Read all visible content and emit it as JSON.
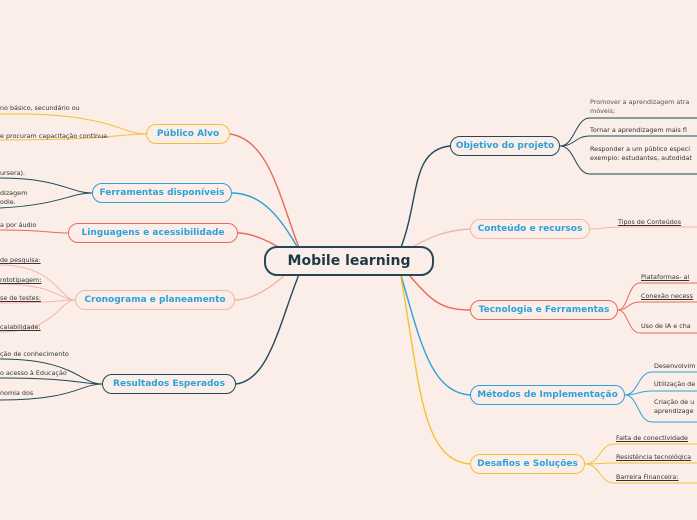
{
  "central": "Mobile learning",
  "left": {
    "publico": {
      "label": "Público Alvo",
      "leaves": [
        "no básico, secundário ou",
        "e procuram capacitação contínua."
      ]
    },
    "ferramentas": {
      "label": "Ferramentas disponíveis",
      "leaves": [
        "ursera).",
        "dizagem",
        "odle."
      ]
    },
    "linguagens": {
      "label": "Linguagens e acessibilidade",
      "leaves": [
        "a por áudio"
      ]
    },
    "cronograma": {
      "label": "Cronograma e planeamento",
      "leaves": [
        "de pesquisa:",
        "rototipagem:",
        "se de testes:",
        "calabilidade:"
      ]
    },
    "resultados": {
      "label": "Resultados Esperados",
      "leaves": [
        "ção de conhecimento",
        "o acesso à Educação",
        "nomia dos"
      ]
    }
  },
  "right": {
    "objetivo": {
      "label": "Objetivo do projeto",
      "leaves": [
        "Promover a aprendizagem atra",
        "móveis;",
        "Tornar a aprendizagem mais fl",
        "Responder a um público especi",
        "exemplo: estudantes, autodidat"
      ]
    },
    "conteudo": {
      "label": "Conteúdo e recursos",
      "leaves": [
        "Tipos de Conteúdos"
      ]
    },
    "tecnologia": {
      "label": "Tecnologia e Ferramentas",
      "leaves": [
        "Plataformas- al",
        "Conexão necess",
        "Uso de IA e cha"
      ]
    },
    "metodos": {
      "label": "Métodos de Implementação",
      "leaves": [
        "Desenvolvim",
        "Utilização de",
        "Criação de u",
        "aprendizage"
      ]
    },
    "desafios": {
      "label": "Desafios e Soluções",
      "leaves": [
        "Falta de conectividade",
        "Resistência tecnológica",
        "Barreira Financeira:"
      ]
    }
  },
  "colors": {
    "dark": "#23485a",
    "blue": "#2ba2d8",
    "red": "#e76a5a",
    "pink": "#f2b6a7",
    "yellow": "#f3c232",
    "background": "#fbeee9"
  }
}
